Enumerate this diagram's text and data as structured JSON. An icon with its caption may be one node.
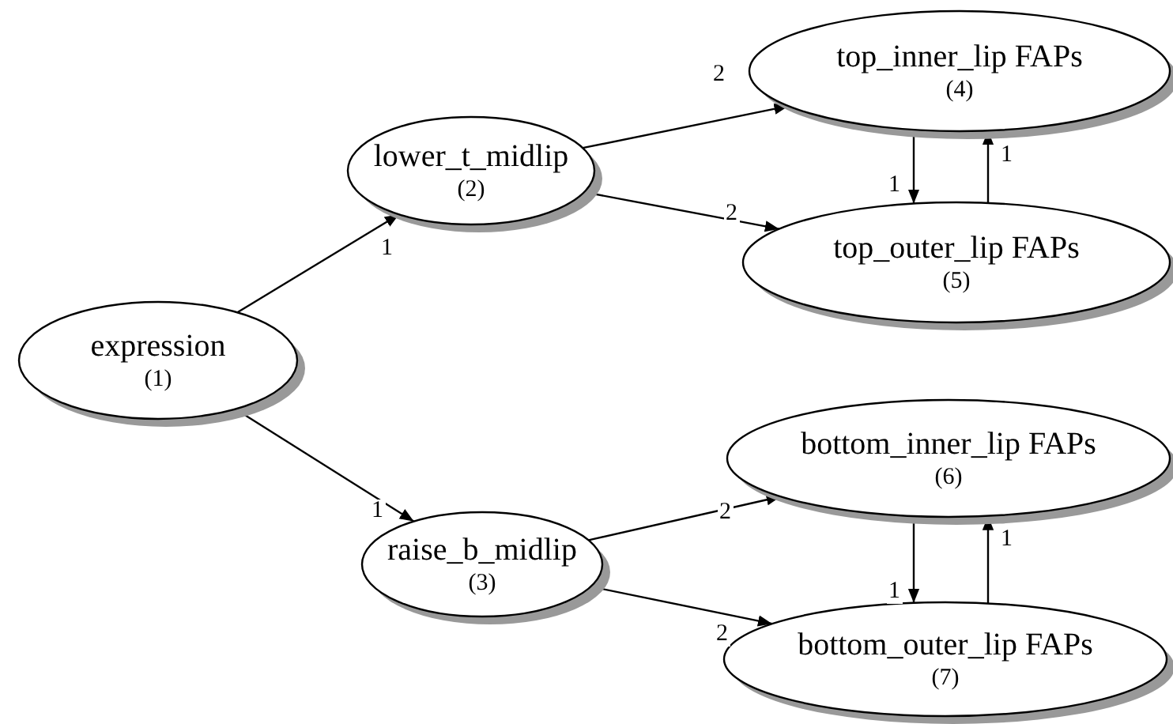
{
  "diagram": {
    "nodes": [
      {
        "text": [
          "expression",
          "(1)"
        ]
      },
      {
        "text": [
          "lower_t_midlip",
          "(2)"
        ]
      },
      {
        "text": [
          "raise_b_midlip",
          "(3)"
        ]
      },
      {
        "text": [
          "top_inner_lip FAPs",
          "(4)"
        ]
      },
      {
        "text": [
          "top_outer_lip FAPs",
          "(5)"
        ]
      },
      {
        "text": [
          "bottom_inner_lip FAPs",
          "(6)"
        ]
      },
      {
        "text": [
          "bottom_outer_lip FAPs",
          "(7)"
        ]
      }
    ],
    "edges": [
      {
        "from": 0,
        "to": 1,
        "arrow": "to",
        "label": "1"
      },
      {
        "from": 0,
        "to": 2,
        "arrow": "to",
        "label": "1"
      },
      {
        "from": 1,
        "to": 3,
        "arrow": "to",
        "label": "2"
      },
      {
        "from": 1,
        "to": 4,
        "arrow": "to",
        "label": "2"
      },
      {
        "from": 3,
        "to": 4,
        "arrow": "to",
        "label": "1"
      },
      {
        "from": 4,
        "to": 3,
        "arrow": "to",
        "label": "1"
      },
      {
        "from": 2,
        "to": 5,
        "arrow": "to",
        "label": "2"
      },
      {
        "from": 2,
        "to": 6,
        "arrow": "to",
        "label": "2"
      },
      {
        "from": 5,
        "to": 6,
        "arrow": "to",
        "label": "1"
      },
      {
        "from": 6,
        "to": 5,
        "arrow": "to",
        "label": "1"
      }
    ]
  }
}
